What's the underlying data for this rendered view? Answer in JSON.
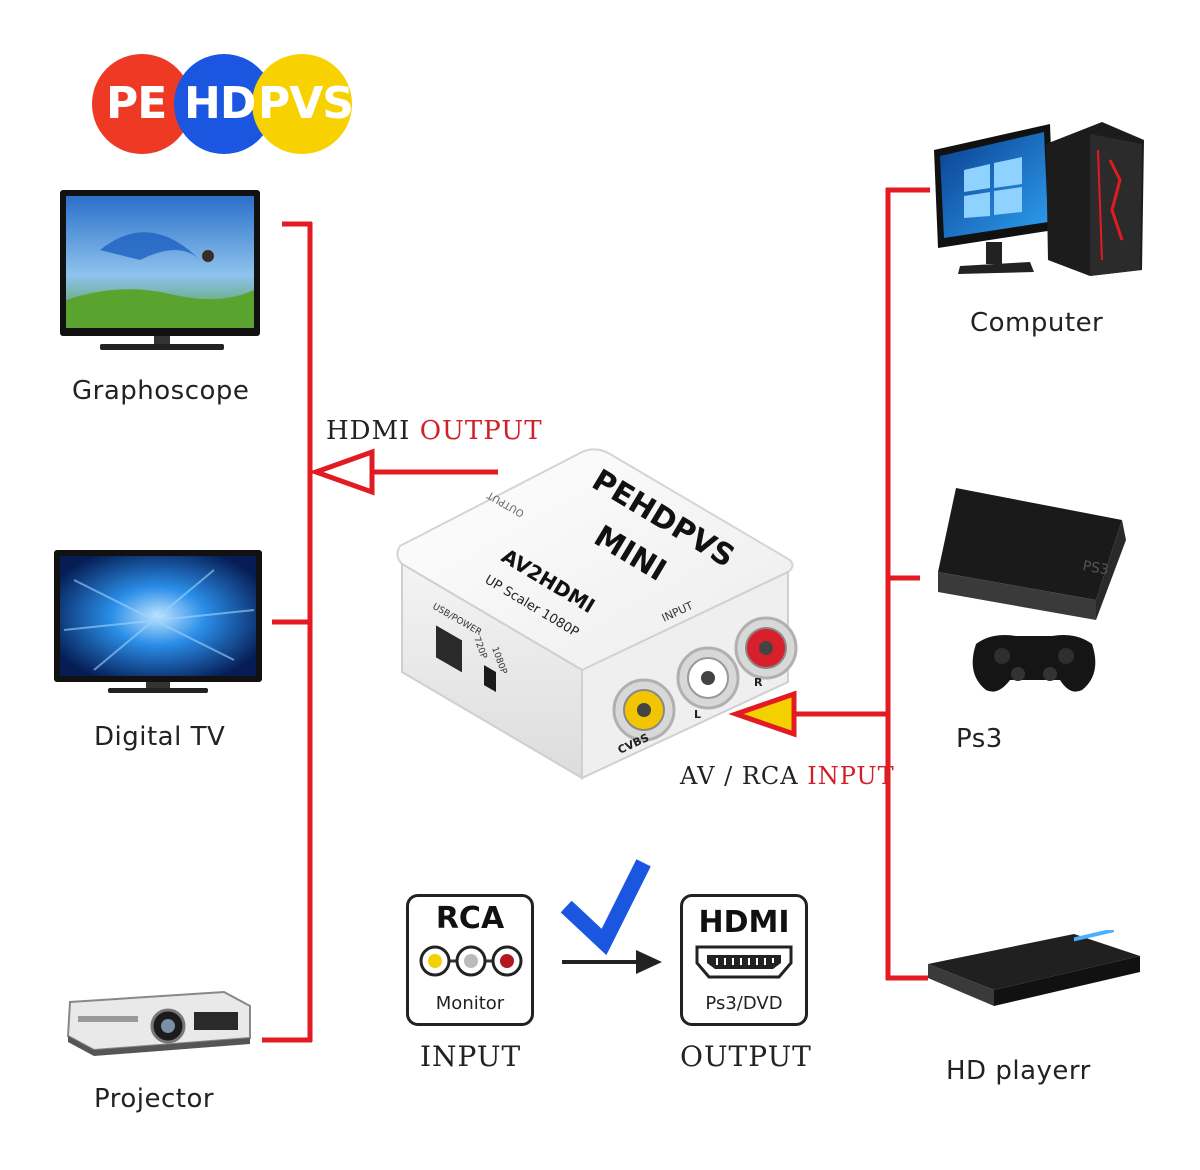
{
  "logo": {
    "part1": "PE",
    "part2": "HD",
    "part3": "PVS"
  },
  "left_devices": [
    {
      "label": "Graphoscope",
      "icon": "tv-icon"
    },
    {
      "label": "Digital  TV",
      "icon": "monitor-icon"
    },
    {
      "label": "Projector",
      "icon": "projector-icon"
    }
  ],
  "right_devices": [
    {
      "label": "Computer",
      "icon": "desktop-computer-icon"
    },
    {
      "label": "Ps3",
      "icon": "game-console-icon"
    },
    {
      "label": "HD playerr",
      "icon": "media-player-icon"
    }
  ],
  "output_annotation": {
    "prefix": "HDMI ",
    "highlight": "OUTPUT"
  },
  "input_annotation": {
    "prefix": "AV / RCA ",
    "highlight": "INPUT"
  },
  "device": {
    "brand": "PEHDPVS",
    "model": "MINI",
    "name": "AV2HDMI",
    "subtitle": "UP Scaler 1080P",
    "output_port": "OUTPUT",
    "input_port": "INPUT",
    "usb_label": "USB/POWER",
    "switch_720": "720P",
    "switch_1080": "1080P",
    "jack_cvbs": "CVBS",
    "jack_l": "L",
    "jack_r": "R"
  },
  "legend": {
    "rca_title": "RCA",
    "rca_sub": "Monitor",
    "rca_caption": "INPUT",
    "hdmi_title": "HDMI",
    "hdmi_sub": "Ps3/DVD",
    "hdmi_caption": "OUTPUT"
  },
  "colors": {
    "red": "#d2202a",
    "blue": "#1a56e0",
    "yellow": "#f5d000",
    "line_red": "#e21b22"
  }
}
